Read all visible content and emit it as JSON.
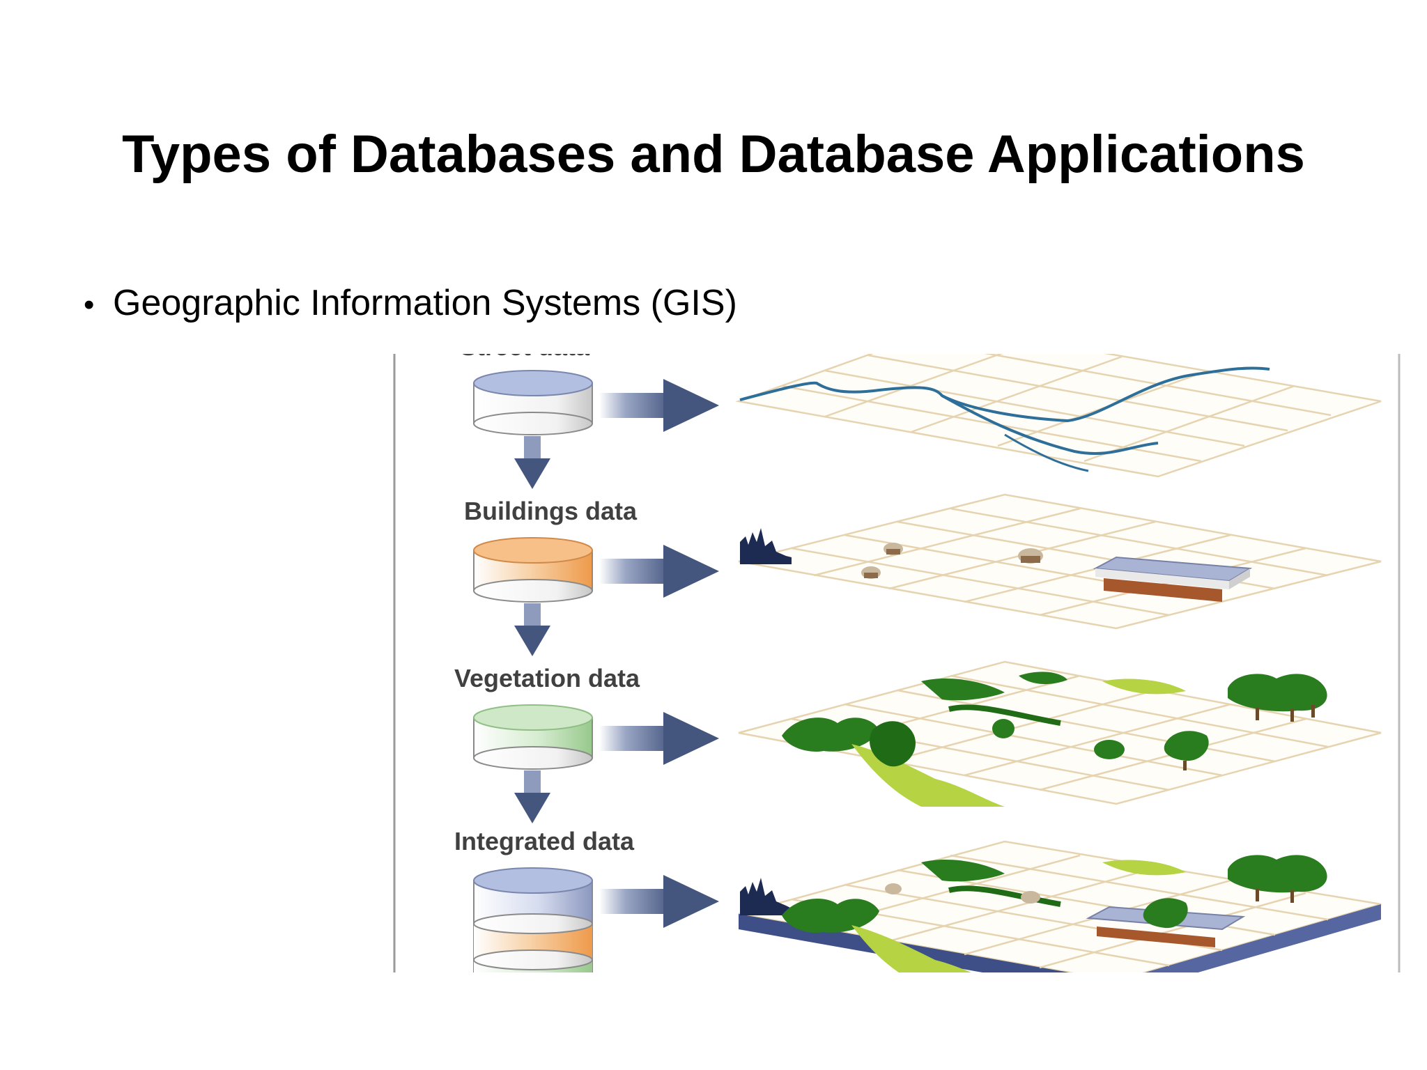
{
  "slide": {
    "title": "Types of Databases and Database Applications",
    "bullets": [
      "Geographic Information Systems (GIS)"
    ]
  },
  "figure": {
    "layers": [
      {
        "label": "Street data",
        "db_color": "#b3bfe0",
        "content": "streets"
      },
      {
        "label": "Buildings data",
        "db_color": "#f3a766",
        "content": "buildings"
      },
      {
        "label": "Vegetation data",
        "db_color": "#b8ddb0",
        "content": "vegetation"
      },
      {
        "label": "Integrated data",
        "db_color": "#b3bfe0",
        "content": "integrated"
      }
    ],
    "colors": {
      "arrow": "#44557e",
      "grid": "#e6d3b0",
      "street": "#2e6f9a",
      "tree_dark": "#2a7d1e",
      "tree_light": "#b5d343",
      "base": "#3d4f86"
    }
  }
}
